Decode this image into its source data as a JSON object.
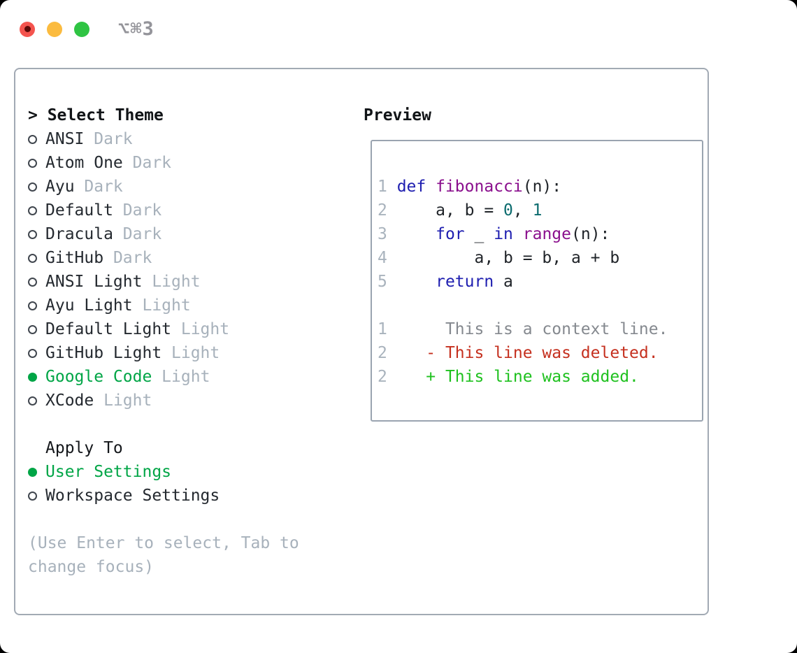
{
  "titlebar": {
    "title": "⌥⌘3"
  },
  "theme_selector": {
    "header_prefix": "> ",
    "header": "Select Theme",
    "items": [
      {
        "name": "ANSI",
        "variant": "Dark",
        "selected": false
      },
      {
        "name": "Atom One",
        "variant": "Dark",
        "selected": false
      },
      {
        "name": "Ayu",
        "variant": "Dark",
        "selected": false
      },
      {
        "name": "Default",
        "variant": "Dark",
        "selected": false
      },
      {
        "name": "Dracula",
        "variant": "Dark",
        "selected": false
      },
      {
        "name": "GitHub",
        "variant": "Dark",
        "selected": false
      },
      {
        "name": "ANSI Light",
        "variant": "Light",
        "selected": false
      },
      {
        "name": "Ayu Light",
        "variant": "Light",
        "selected": false
      },
      {
        "name": "Default Light",
        "variant": "Light",
        "selected": false
      },
      {
        "name": "GitHub Light",
        "variant": "Light",
        "selected": false
      },
      {
        "name": "Google Code",
        "variant": "Light",
        "selected": true
      },
      {
        "name": "XCode",
        "variant": "Light",
        "selected": false
      }
    ]
  },
  "apply_to": {
    "header": "Apply To",
    "options": [
      {
        "label": "User Settings",
        "selected": true
      },
      {
        "label": "Workspace Settings",
        "selected": false
      }
    ]
  },
  "help_text": "(Use Enter to select, Tab to change focus)",
  "preview": {
    "header": "Preview",
    "code_lines": [
      {
        "num": "1",
        "segments": [
          {
            "t": "def",
            "c": "keyword"
          },
          {
            "t": " ",
            "c": "plain"
          },
          {
            "t": "fibonacci",
            "c": "function"
          },
          {
            "t": "(n):",
            "c": "plain"
          }
        ]
      },
      {
        "num": "2",
        "segments": [
          {
            "t": "    a, b = ",
            "c": "plain"
          },
          {
            "t": "0",
            "c": "literal"
          },
          {
            "t": ", ",
            "c": "plain"
          },
          {
            "t": "1",
            "c": "literal"
          }
        ]
      },
      {
        "num": "3",
        "segments": [
          {
            "t": "    ",
            "c": "plain"
          },
          {
            "t": "for",
            "c": "keyword"
          },
          {
            "t": " _ ",
            "c": "plain"
          },
          {
            "t": "in",
            "c": "keyword"
          },
          {
            "t": " ",
            "c": "plain"
          },
          {
            "t": "range",
            "c": "function"
          },
          {
            "t": "(n):",
            "c": "plain"
          }
        ]
      },
      {
        "num": "4",
        "segments": [
          {
            "t": "        a, b = b, a + b",
            "c": "plain"
          }
        ]
      },
      {
        "num": "5",
        "segments": [
          {
            "t": "    ",
            "c": "plain"
          },
          {
            "t": "return",
            "c": "keyword"
          },
          {
            "t": " a",
            "c": "plain"
          }
        ]
      }
    ],
    "diff_lines": [
      {
        "num": "1",
        "marker": " ",
        "text": "This is a context line.",
        "kind": "context"
      },
      {
        "num": "2",
        "marker": "-",
        "text": "This line was deleted.",
        "kind": "deleted"
      },
      {
        "num": "2",
        "marker": "+",
        "text": "This line was added.",
        "kind": "added"
      }
    ]
  },
  "colors": {
    "green": "#00a546",
    "text": "#24292f",
    "muted": "#a7b1bb",
    "lnum": "#a9b3bd",
    "kw": "#1e1eb0",
    "fn": "#8a0f8d",
    "lit": "#0b6b6e",
    "plain": "#1f2328",
    "ctx": "#85898f",
    "del": "#c5301f",
    "add": "#1fc11f",
    "panel_border": "#a2aab4",
    "preview_border": "#9aa4b0",
    "radio_ring": "#40464e",
    "tl_red": "#f4544e",
    "tl_red_dot": "#5c0a08",
    "tl_yellow": "#fbbb3f",
    "tl_green": "#2fc443",
    "title_gray": "#94949a"
  }
}
